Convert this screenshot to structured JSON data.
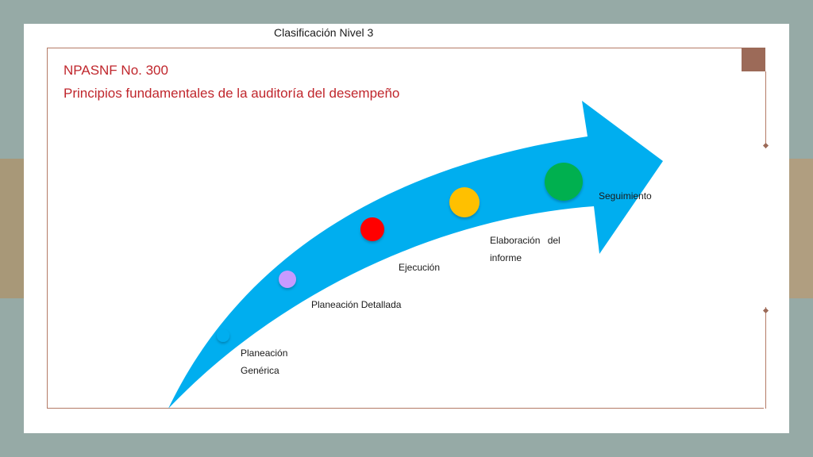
{
  "header": {
    "classification": "Clasificación Nivel 3"
  },
  "title": {
    "line1": "NPASNF No. 300",
    "line2": "Principios fundamentales de la auditoría del desempeño"
  },
  "colors": {
    "title": "#c0262c",
    "arrow": "#00aeef",
    "frame": "#b47a66"
  },
  "steps": [
    {
      "line1": "Planeación",
      "line2": "Genérica",
      "color": "#00aeef"
    },
    {
      "line1": "Planeación Detallada",
      "line2": "",
      "color": "#c79aff"
    },
    {
      "line1": "Ejecución",
      "line2": "",
      "color": "#ff0000"
    },
    {
      "line1": "Elaboración del",
      "line2": "informe",
      "color": "#ffc000"
    },
    {
      "line1": "Seguimiento",
      "line2": "",
      "color": "#00b050"
    }
  ]
}
